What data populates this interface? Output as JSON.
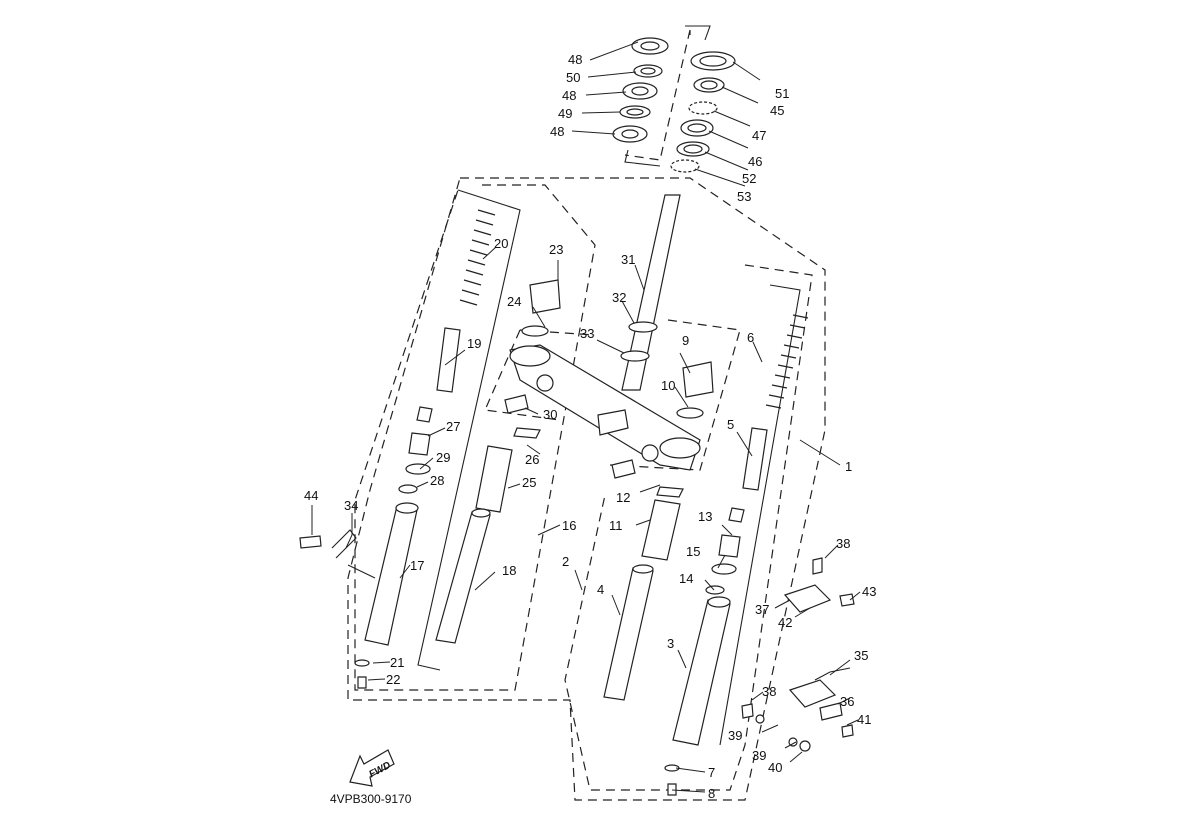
{
  "diagram": {
    "title_code": "4VPB300-9170",
    "direction_arrow_label": "FWD",
    "callouts": [
      {
        "id": "48a",
        "label": "48"
      },
      {
        "id": "50",
        "label": "50"
      },
      {
        "id": "48b",
        "label": "48"
      },
      {
        "id": "49",
        "label": "49"
      },
      {
        "id": "48c",
        "label": "48"
      },
      {
        "id": "51",
        "label": "51"
      },
      {
        "id": "45",
        "label": "45"
      },
      {
        "id": "47",
        "label": "47"
      },
      {
        "id": "46",
        "label": "46"
      },
      {
        "id": "52",
        "label": "52"
      },
      {
        "id": "53",
        "label": "53"
      },
      {
        "id": "20",
        "label": "20"
      },
      {
        "id": "23",
        "label": "23"
      },
      {
        "id": "31",
        "label": "31"
      },
      {
        "id": "24",
        "label": "24"
      },
      {
        "id": "32",
        "label": "32"
      },
      {
        "id": "19",
        "label": "19"
      },
      {
        "id": "33",
        "label": "33"
      },
      {
        "id": "9",
        "label": "9"
      },
      {
        "id": "6",
        "label": "6"
      },
      {
        "id": "10",
        "label": "10"
      },
      {
        "id": "30",
        "label": "30"
      },
      {
        "id": "27",
        "label": "27"
      },
      {
        "id": "5",
        "label": "5"
      },
      {
        "id": "1",
        "label": "1"
      },
      {
        "id": "26",
        "label": "26"
      },
      {
        "id": "29",
        "label": "29"
      },
      {
        "id": "28",
        "label": "28"
      },
      {
        "id": "25",
        "label": "25"
      },
      {
        "id": "12",
        "label": "12"
      },
      {
        "id": "44",
        "label": "44"
      },
      {
        "id": "34",
        "label": "34"
      },
      {
        "id": "16",
        "label": "16"
      },
      {
        "id": "11",
        "label": "11"
      },
      {
        "id": "13",
        "label": "13"
      },
      {
        "id": "38a",
        "label": "38"
      },
      {
        "id": "17",
        "label": "17"
      },
      {
        "id": "15",
        "label": "15"
      },
      {
        "id": "2",
        "label": "2"
      },
      {
        "id": "18",
        "label": "18"
      },
      {
        "id": "4",
        "label": "4"
      },
      {
        "id": "14",
        "label": "14"
      },
      {
        "id": "43",
        "label": "43"
      },
      {
        "id": "37",
        "label": "37"
      },
      {
        "id": "42",
        "label": "42"
      },
      {
        "id": "3",
        "label": "3"
      },
      {
        "id": "35",
        "label": "35"
      },
      {
        "id": "21",
        "label": "21"
      },
      {
        "id": "22",
        "label": "22"
      },
      {
        "id": "38b",
        "label": "38"
      },
      {
        "id": "36",
        "label": "36"
      },
      {
        "id": "39a",
        "label": "39"
      },
      {
        "id": "41",
        "label": "41"
      },
      {
        "id": "39b",
        "label": "39"
      },
      {
        "id": "40",
        "label": "40"
      },
      {
        "id": "7",
        "label": "7"
      },
      {
        "id": "8",
        "label": "8"
      }
    ]
  }
}
